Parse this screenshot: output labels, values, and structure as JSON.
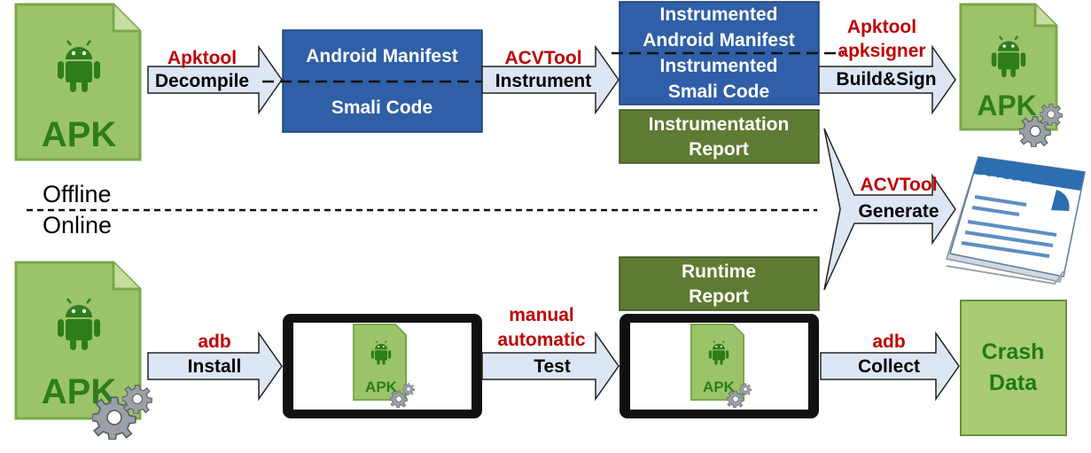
{
  "apk_label": "APK",
  "sections": {
    "offline": "Offline",
    "online": "Online"
  },
  "steps": {
    "decompile": {
      "tool": "Apktool",
      "action": "Decompile"
    },
    "instrument": {
      "tool": "ACVTool",
      "action": "Instrument"
    },
    "build_sign": {
      "tool1": "Apktool",
      "tool2": "apksigner",
      "action": "Build&Sign"
    },
    "generate": {
      "tool": "ACVTool",
      "action": "Generate"
    },
    "install": {
      "tool": "adb",
      "action": "Install"
    },
    "test": {
      "tool1": "manual",
      "tool2": "automatic",
      "action": "Test"
    },
    "collect": {
      "tool": "adb",
      "action": "Collect"
    }
  },
  "boxes": {
    "manifest": "Android Manifest",
    "smali": "Smali Code",
    "instr_manifest_1": "Instrumented",
    "instr_manifest_2": "Android Manifest",
    "instr_smali_1": "Instrumented",
    "instr_smali_2": "Smali Code",
    "instr_report_1": "Instrumentation",
    "instr_report_2": "Report",
    "runtime_report_1": "Runtime",
    "runtime_report_2": "Report",
    "crash_1": "Crash",
    "crash_2": "Data"
  },
  "report_doc_label": "REPORT",
  "colors": {
    "apk_fill": "#9bc46a",
    "apk_border": "#7aa84a",
    "apk_text": "#2e7d1a",
    "blue_box": "#2f5fa7",
    "olive_box": "#5f7a32",
    "crash_fill": "#a9cc72",
    "arrow_fill": "#dde6f4",
    "tool_red": "#c00000"
  }
}
